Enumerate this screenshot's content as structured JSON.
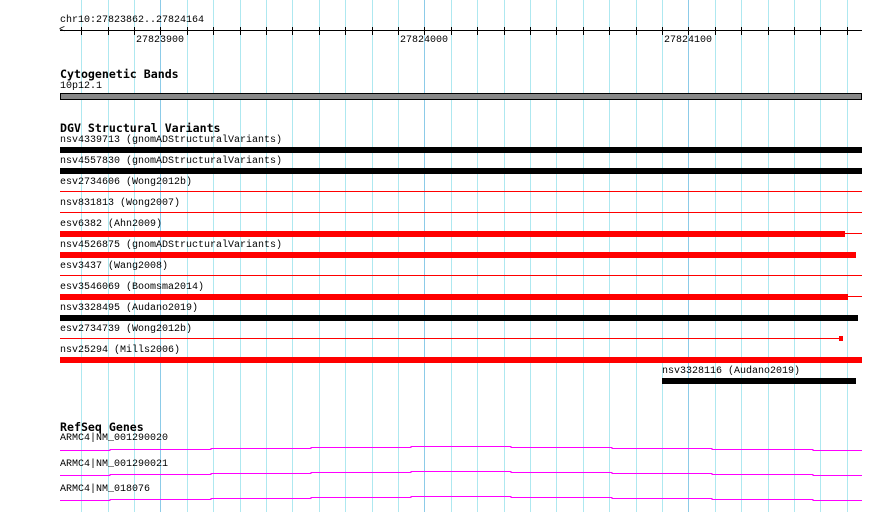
{
  "ruler": {
    "range_label": "chr10:27823862..27824164",
    "tick_labels": [
      "27823900",
      "27824000",
      "27824100"
    ]
  },
  "cytoband": {
    "title": "Cytogenetic Bands",
    "band_label": "10p12.1"
  },
  "dgv": {
    "title": "DGV Structural Variants",
    "features": [
      {
        "label": "nsv4339713 (gnomADStructuralVariants)",
        "color": "#000000"
      },
      {
        "label": "nsv4557830 (gnomADStructuralVariants)",
        "color": "#000000"
      },
      {
        "label": "esv2734606 (Wong2012b)",
        "color": "#ff0000"
      },
      {
        "label": "nsv831813 (Wong2007)",
        "color": "#ff0000"
      },
      {
        "label": "esv6382 (Ahn2009)",
        "color": "#ff0000"
      },
      {
        "label": "nsv4526875 (gnomADStructuralVariants)",
        "color": "#ff0000"
      },
      {
        "label": "esv3437 (Wang2008)",
        "color": "#ff0000"
      },
      {
        "label": "esv3546069 (Boomsma2014)",
        "color": "#ff0000"
      },
      {
        "label": "nsv3328495 (Audano2019)",
        "color": "#000000"
      },
      {
        "label": "esv2734739 (Wong2012b)",
        "color": "#ff0000"
      },
      {
        "label": "nsv25294 (Mills2006)",
        "color": "#ff0000"
      },
      {
        "label": "nsv3328116 (Audano2019)",
        "color": "#000000"
      }
    ]
  },
  "refseq": {
    "title": "RefSeq Genes",
    "color": "#ff00ff",
    "genes": [
      {
        "label": "ARMC4|NM_001290020"
      },
      {
        "label": "ARMC4|NM_001290021"
      },
      {
        "label": "ARMC4|NM_018076"
      }
    ]
  }
}
